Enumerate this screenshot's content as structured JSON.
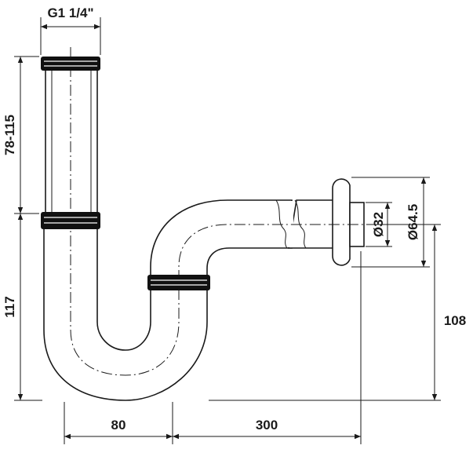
{
  "dimensions": {
    "thread": "G1 1/4\"",
    "height_adjust": "78-115",
    "height_lower": "117",
    "diameter_pipe": "Ø32",
    "diameter_rosette": "Ø64.5",
    "height_outlet": "108",
    "width_trap": "80",
    "width_outlet": "300"
  }
}
